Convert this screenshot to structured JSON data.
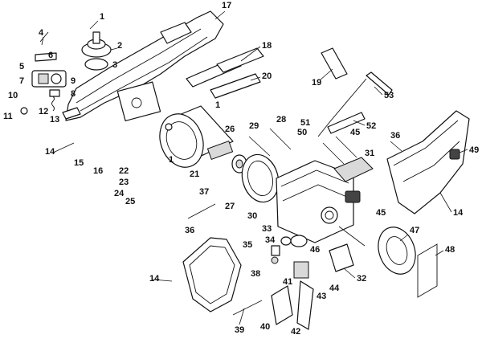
{
  "callouts": {
    "c1a": "1",
    "c1b": "1",
    "c1c": "1",
    "c2": "2",
    "c3": "3",
    "c4": "4",
    "c5": "5",
    "c6": "6",
    "c7": "7",
    "c8": "8",
    "c9": "9",
    "c10": "10",
    "c11": "11",
    "c12": "12",
    "c13": "13",
    "c14a": "14",
    "c14b": "14",
    "c14c": "14",
    "c15": "15",
    "c16": "16",
    "c17": "17",
    "c18": "18",
    "c19": "19",
    "c20": "20",
    "c21": "21",
    "c22": "22",
    "c23": "23",
    "c24": "24",
    "c25": "25",
    "c26": "26",
    "c27": "27",
    "c28": "28",
    "c29": "29",
    "c30": "30",
    "c31": "31",
    "c32": "32",
    "c33": "33",
    "c34": "34",
    "c35": "35",
    "c36a": "36",
    "c36b": "36",
    "c37": "37",
    "c38": "38",
    "c39": "39",
    "c40": "40",
    "c41": "41",
    "c42": "42",
    "c43": "43",
    "c44": "44",
    "c45a": "45",
    "c45b": "45",
    "c46": "46",
    "c47": "47",
    "c48": "48",
    "c49": "49",
    "c50": "50",
    "c51": "51",
    "c52": "52",
    "c53": "53"
  },
  "colors": {
    "line": "#111111",
    "background": "#ffffff",
    "shade": "#d9d9d9"
  }
}
